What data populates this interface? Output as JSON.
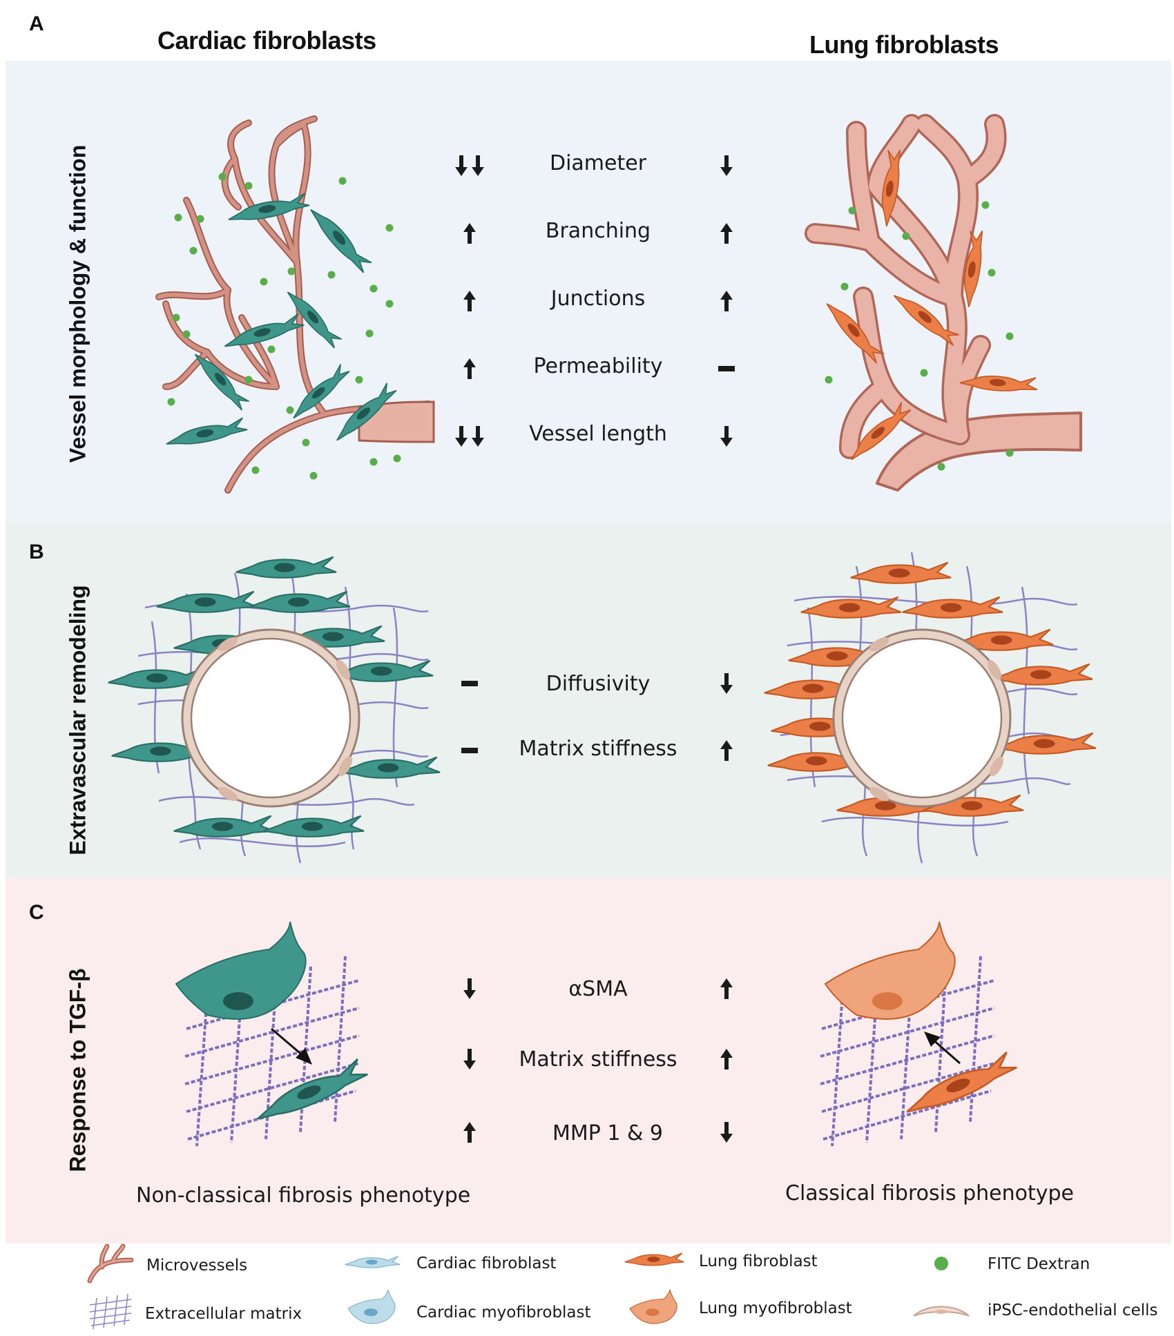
{
  "panels": {
    "a": {
      "letter": "A",
      "side_label": "Vessel morphology & function",
      "rows": [
        {
          "label": "Diameter",
          "cardiac": "↓↓",
          "lung": "↓"
        },
        {
          "label": "Branching",
          "cardiac": "↑",
          "lung": "↑"
        },
        {
          "label": "Junctions",
          "cardiac": "↑",
          "lung": "↑"
        },
        {
          "label": "Permeability",
          "cardiac": "↑",
          "lung": "−"
        },
        {
          "label": "Vessel  length",
          "cardiac": "↓↓",
          "lung": "↓"
        }
      ]
    },
    "b": {
      "letter": "B",
      "side_label": "Extravascular remodeling",
      "rows": [
        {
          "label": "Diffusivity",
          "cardiac": "−",
          "lung": "↓"
        },
        {
          "label": "Matrix stiffness",
          "cardiac": "−",
          "lung": "↑"
        }
      ]
    },
    "c": {
      "letter": "C",
      "side_label": "Response to TGF-β",
      "rows": [
        {
          "label": "αSMA",
          "cardiac": "↓",
          "lung": "↑"
        },
        {
          "label": "Matrix stiffness",
          "cardiac": "↓",
          "lung": "↑"
        },
        {
          "label": "MMP 1 & 9",
          "cardiac": "↑",
          "lung": "↓"
        }
      ],
      "left_phenotype": "Non-classical fibrosis phenotype",
      "right_phenotype": "Classical fibrosis phenotype"
    }
  },
  "columns": {
    "cardiac": "Cardiac fibroblasts",
    "lung": "Lung fibroblasts"
  },
  "legend": [
    {
      "label": "Microvessels",
      "icon": "microvessel-icon"
    },
    {
      "label": "Cardiac fibroblast",
      "icon": "cardiac-fibroblast-icon"
    },
    {
      "label": "Lung fibroblast",
      "icon": "lung-fibroblast-icon"
    },
    {
      "label": "FITC Dextran",
      "icon": "fitc-dextran-icon"
    },
    {
      "label": "Extracellular matrix",
      "icon": "ecm-icon"
    },
    {
      "label": "Cardiac myofibroblast",
      "icon": "cardiac-myofibroblast-icon"
    },
    {
      "label": "Lung myofibroblast",
      "icon": "lung-myofibroblast-icon"
    },
    {
      "label": "iPSC-endothelial cells",
      "icon": "ipsc-endothelial-icon"
    }
  ],
  "colors": {
    "vessel": "#c98373",
    "cardiac_cell": "#3f968a",
    "lung_cell": "#eb7f47",
    "dextran": "#5aae4a",
    "matrix": "#7b6fbd",
    "panel_a": "#eef3fa",
    "panel_b": "#ebf1ef",
    "panel_c": "#fbeced"
  }
}
